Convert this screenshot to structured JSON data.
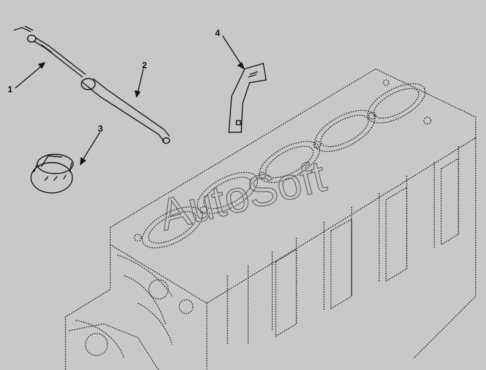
{
  "callouts": [
    {
      "id": "1",
      "label": "1"
    },
    {
      "id": "2",
      "label": "2"
    },
    {
      "id": "3",
      "label": "3"
    },
    {
      "id": "4",
      "label": "4"
    }
  ],
  "watermark": "AutoSoft",
  "colors": {
    "background": "#c8c8c8",
    "ink": "#111111",
    "watermark": "#6a6a6a"
  }
}
